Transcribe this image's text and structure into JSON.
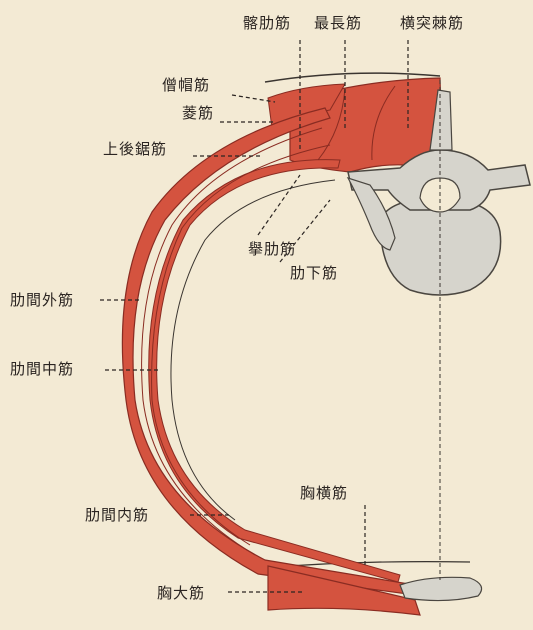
{
  "labels": {
    "iliocostalis": "髂肋筋",
    "longissimus": "最長筋",
    "transversospinalis": "横突棘筋",
    "trapezius": "僧帽筋",
    "rhomboid": "菱筋",
    "serratus_posterior_superior": "上後鋸筋",
    "levatores_costarum": "擧肋筋",
    "subcostales": "肋下筋",
    "external_intercostal": "肋間外筋",
    "internal_intercostal": "肋間中筋",
    "innermost_intercostal": "肋間内筋",
    "transversus_thoracis": "胸横筋",
    "pectoralis_major": "胸大筋"
  },
  "colors": {
    "muscle": "#d4533f",
    "muscle_stroke": "#8a2c22",
    "bone": "#d6d4cc",
    "bone_stroke": "#4a4640",
    "paper": "#f3ead4",
    "ink": "#2b2522"
  }
}
